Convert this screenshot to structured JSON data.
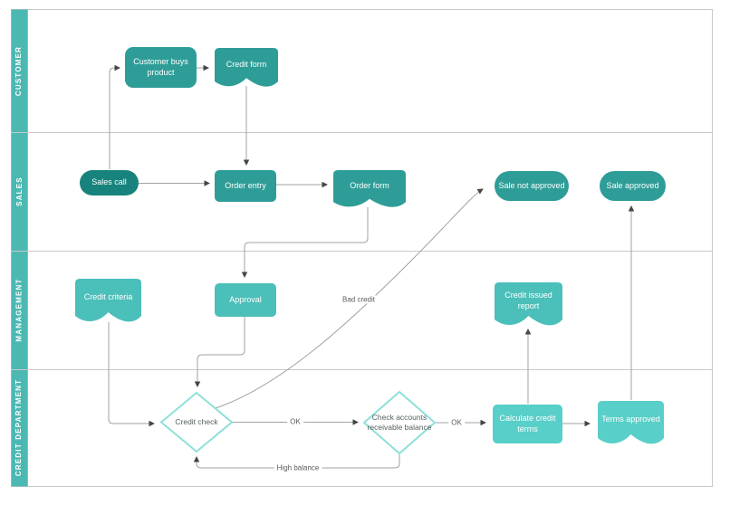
{
  "colors": {
    "lane_header": "#4bb8b2",
    "shape_dark": "#17837c",
    "shape_medium": "#2e9d97",
    "shape_medium_light": "#4bbfb9",
    "shape_light": "#58cfc8",
    "diamond_border": "#8ee0d9",
    "connector": "#a1a1a1",
    "arrowhead": "#454545"
  },
  "lanes": [
    {
      "label": "CUSTOMER"
    },
    {
      "label": "SALES"
    },
    {
      "label": "MANAGEMENT"
    },
    {
      "label": "CREDIT DEPARTMENT"
    }
  ],
  "nodes": {
    "customer_buys_product": {
      "label": "Customer buys product",
      "type": "process"
    },
    "credit_form": {
      "label": "Credit form",
      "type": "document"
    },
    "sales_call": {
      "label": "Sales call",
      "type": "terminator"
    },
    "order_entry": {
      "label": "Order entry",
      "type": "process"
    },
    "order_form": {
      "label": "Order form",
      "type": "document"
    },
    "sale_not_approved": {
      "label": "Sale not approved",
      "type": "terminator"
    },
    "sale_approved": {
      "label": "Sale approved",
      "type": "terminator"
    },
    "credit_criteria": {
      "label": "Credit criteria",
      "type": "document"
    },
    "approval": {
      "label": "Approval",
      "type": "process"
    },
    "credit_issued_report": {
      "label": "Credit issued report",
      "type": "document"
    },
    "credit_check": {
      "label": "Credit check",
      "type": "decision"
    },
    "check_accounts": {
      "label": "Check accounts receivable balance",
      "type": "decision"
    },
    "calculate_credit_terms": {
      "label": "Calculate credit terms",
      "type": "process"
    },
    "terms_approved": {
      "label": "Terms approved",
      "type": "document"
    }
  },
  "edge_labels": {
    "bad_credit": "Bad credit",
    "ok_1": "OK",
    "ok_2": "OK",
    "high_balance": "High balance"
  }
}
